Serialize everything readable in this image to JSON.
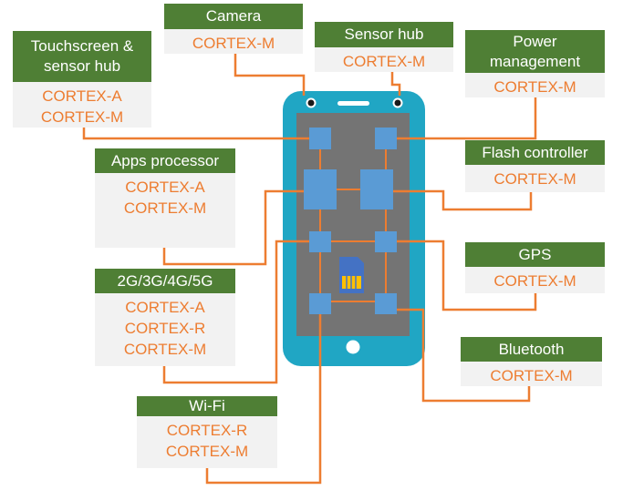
{
  "colors": {
    "header_bg": "#4f7f35",
    "header_text": "#ffffff",
    "body_bg": "#f2f2f2",
    "body_text": "#ed7d31",
    "wire": "#ed7d31",
    "phone_body": "#20a6c4",
    "screen": "#747474",
    "chip": "#5a9bd5"
  },
  "boxes": {
    "touchscreen": {
      "title": [
        "Touchscreen &",
        "sensor hub"
      ],
      "items": [
        "CORTEX-A",
        "CORTEX-M"
      ]
    },
    "camera": {
      "title": [
        "Camera"
      ],
      "items": [
        "CORTEX-M"
      ]
    },
    "sensor_hub": {
      "title": [
        "Sensor hub"
      ],
      "items": [
        "CORTEX-M"
      ]
    },
    "power": {
      "title": [
        "Power",
        "management"
      ],
      "items": [
        "CORTEX-M"
      ]
    },
    "flash": {
      "title": [
        "Flash controller"
      ],
      "items": [
        "CORTEX-M"
      ]
    },
    "apps": {
      "title": [
        "Apps processor"
      ],
      "items": [
        "CORTEX-A",
        "CORTEX-M"
      ]
    },
    "modem": {
      "title": [
        "2G/3G/4G/5G"
      ],
      "items": [
        "CORTEX-A",
        "CORTEX-R",
        "CORTEX-M"
      ]
    },
    "gps": {
      "title": [
        "GPS"
      ],
      "items": [
        "CORTEX-M"
      ]
    },
    "bluetooth": {
      "title": [
        "Bluetooth"
      ],
      "items": [
        "CORTEX-M"
      ]
    },
    "wifi": {
      "title": [
        "Wi-Fi"
      ],
      "items": [
        "CORTEX-R",
        "CORTEX-M"
      ]
    }
  }
}
